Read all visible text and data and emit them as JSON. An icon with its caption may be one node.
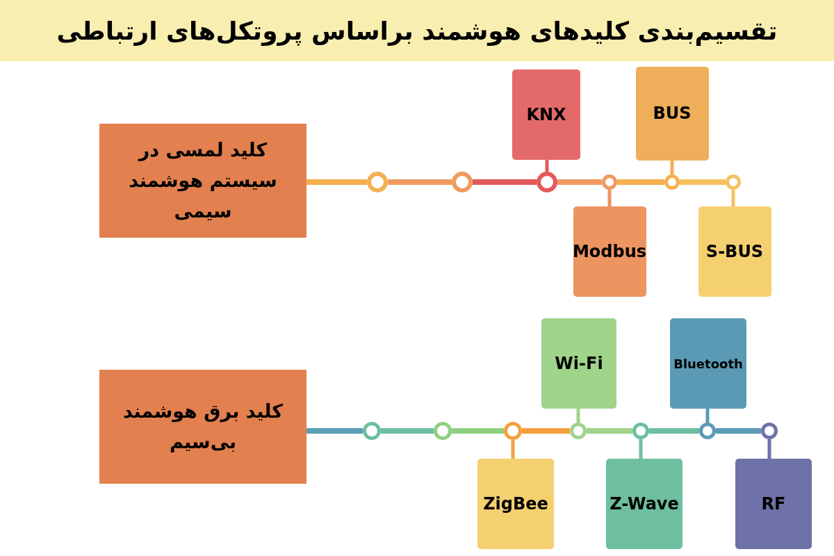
{
  "diagram": {
    "title": "تقسیم‌بندی کلیدهای هوشمند براساس پروتکل‌های ارتباطی",
    "nodes": [
      {
        "text": [
          "کلید لمسی در سیستم هوشمند سیمی"
        ]
      },
      {
        "text": [
          "KNX"
        ]
      },
      {
        "text": [
          "BUS"
        ]
      },
      {
        "text": [],
        "shape": "circle"
      },
      {
        "text": [],
        "shape": "circle"
      },
      {
        "text": [],
        "shape": "circle"
      },
      {
        "text": [],
        "shape": "circle"
      },
      {
        "text": [],
        "shape": "circle"
      },
      {
        "text": [],
        "shape": "circle"
      },
      {
        "text": [
          "Modbus"
        ]
      },
      {
        "text": [
          "S-BUS"
        ]
      },
      {
        "text": [
          "کلید برق هوشمند بی‌سیم"
        ]
      },
      {
        "text": [
          "Wi-Fi"
        ]
      },
      {
        "text": [
          "Bluetooth"
        ]
      },
      {
        "text": [],
        "shape": "circle"
      },
      {
        "text": [],
        "shape": "circle"
      },
      {
        "text": [],
        "shape": "circle"
      },
      {
        "text": [],
        "shape": "circle"
      },
      {
        "text": [],
        "shape": "circle"
      },
      {
        "text": [],
        "shape": "circle"
      },
      {
        "text": [],
        "shape": "circle"
      },
      {
        "text": [
          "ZigBee"
        ]
      },
      {
        "text": [
          "Z-Wave"
        ]
      },
      {
        "text": [
          "RF"
        ]
      }
    ],
    "edges": [
      {
        "from": 0,
        "to": 3,
        "arrow": "none",
        "color": "#f5b050"
      },
      {
        "from": 3,
        "to": 4,
        "arrow": "none",
        "color": "#f09a60"
      },
      {
        "from": 4,
        "to": 5,
        "arrow": "none",
        "color": "#e25a5a"
      },
      {
        "from": 5,
        "to": 6,
        "arrow": "none",
        "color": "#f09a60"
      },
      {
        "from": 6,
        "to": 7,
        "arrow": "none",
        "color": "#f5b050"
      },
      {
        "from": 7,
        "to": 8,
        "arrow": "none",
        "color": "#f5c060"
      },
      {
        "from": 1,
        "to": 5,
        "arrow": "none",
        "color": "#e25a5a"
      },
      {
        "from": 2,
        "to": 7,
        "arrow": "none",
        "color": "#f0b05a"
      },
      {
        "from": 9,
        "to": 6,
        "arrow": "none",
        "color": "#ec9560"
      },
      {
        "from": 10,
        "to": 8,
        "arrow": "none",
        "color": "#f5c060"
      },
      {
        "from": 11,
        "to": 14,
        "arrow": "none",
        "color": "#5aa0b8"
      },
      {
        "from": 14,
        "to": 15,
        "arrow": "none",
        "color": "#6dbf9f"
      },
      {
        "from": 15,
        "to": 16,
        "arrow": "none",
        "color": "#8fd080"
      },
      {
        "from": 16,
        "to": 17,
        "arrow": "none",
        "color": "#f5a040"
      },
      {
        "from": 17,
        "to": 18,
        "arrow": "none",
        "color": "#9fd48a"
      },
      {
        "from": 18,
        "to": 19,
        "arrow": "none",
        "color": "#6dbf9f"
      },
      {
        "from": 19,
        "to": 20,
        "arrow": "none",
        "color": "#5b9ab5"
      },
      {
        "from": 12,
        "to": 17,
        "arrow": "none",
        "color": "#9fd48a"
      },
      {
        "from": 13,
        "to": 19,
        "arrow": "none",
        "color": "#5b9ab5"
      },
      {
        "from": 21,
        "to": 16,
        "arrow": "none",
        "color": "#f5a040"
      },
      {
        "from": 22,
        "to": 18,
        "arrow": "none",
        "color": "#6dbf9f"
      },
      {
        "from": 23,
        "to": 20,
        "arrow": "none",
        "color": "#6e72a8"
      }
    ]
  }
}
